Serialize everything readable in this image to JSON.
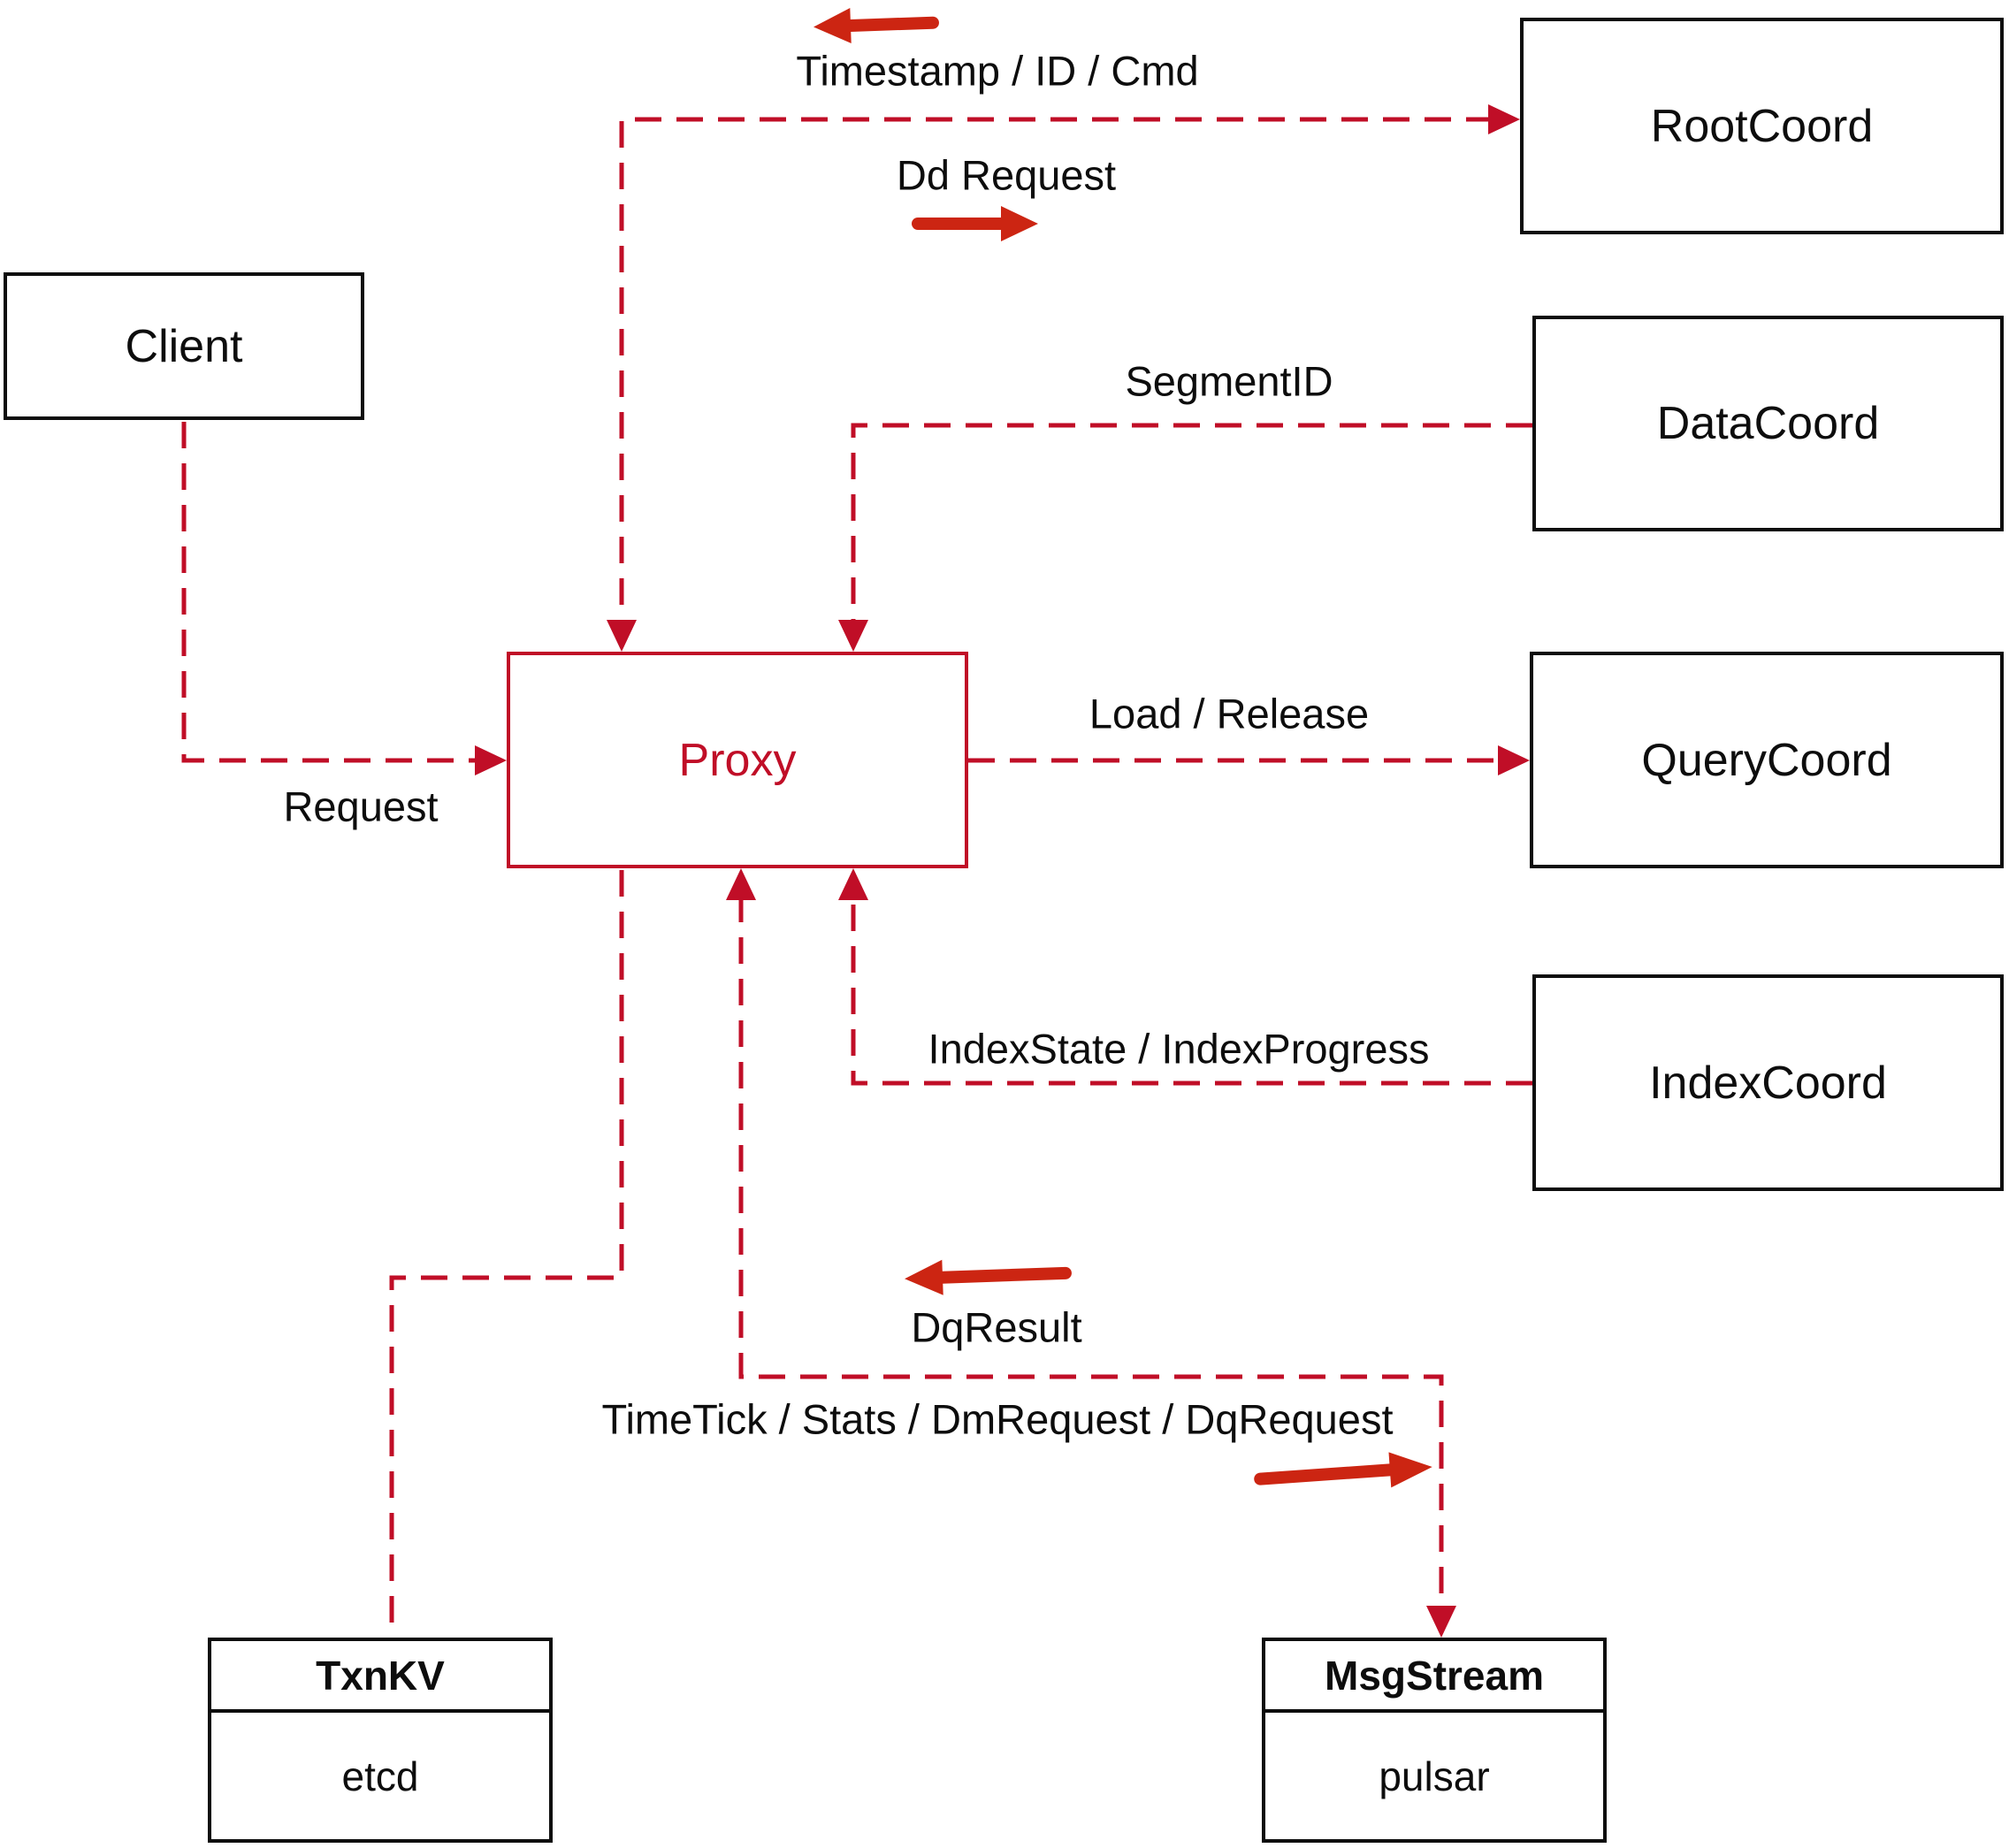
{
  "nodes": {
    "client": {
      "label": "Client"
    },
    "proxy": {
      "label": "Proxy"
    },
    "root_coord": {
      "label": "RootCoord"
    },
    "data_coord": {
      "label": "DataCoord"
    },
    "query_coord": {
      "label": "QueryCoord"
    },
    "index_coord": {
      "label": "IndexCoord"
    },
    "txn_kv": {
      "title": "TxnKV",
      "subtitle": "etcd"
    },
    "msg_stream": {
      "title": "MsgStream",
      "subtitle": "pulsar"
    }
  },
  "edge_labels": {
    "timestamp_id_cmd": "Timestamp / ID / Cmd",
    "dd_request": "Dd Request",
    "segment_id": "SegmentID",
    "load_release": "Load / Release",
    "index_state": "IndexState / IndexProgress",
    "request": "Request",
    "dq_result": "DqResult",
    "time_tick": "TimeTick / Stats / DmRequest / DqRequest"
  },
  "icons": {
    "arrow_left_top": "left-arrow",
    "arrow_right_dd": "right-arrow",
    "arrow_left_dq": "left-arrow",
    "arrow_right_tt": "right-arrow"
  },
  "colors": {
    "line": "#c00e27",
    "arrow": "#cc2512",
    "ink": "#0d0d0d",
    "bg": "#ffffff"
  }
}
